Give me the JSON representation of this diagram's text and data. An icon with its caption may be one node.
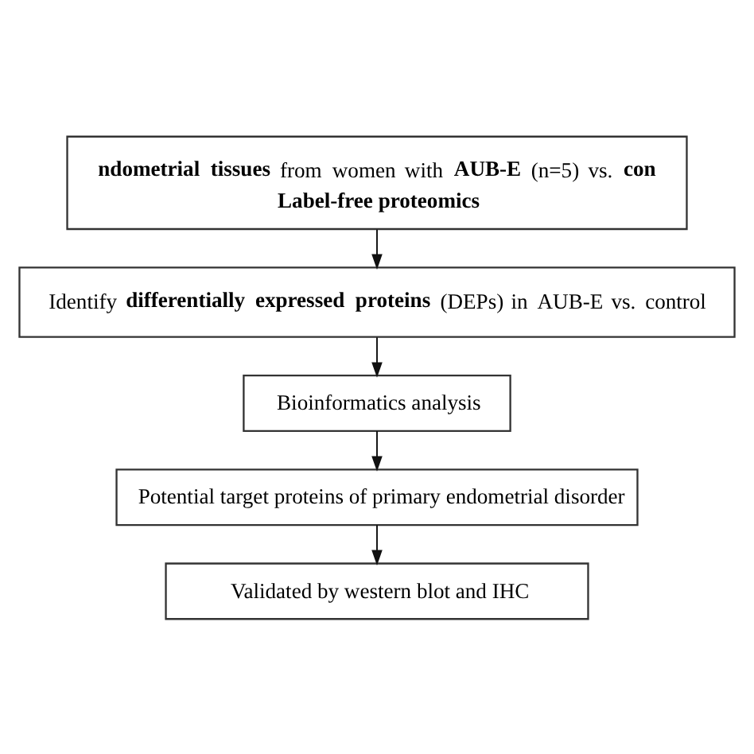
{
  "diagram": {
    "nodes": [
      {
        "text": [
          "**ndometrial tissues** from women with **AUB-E** (n=5) vs. **con**",
          "Label-free proteomics"
        ]
      },
      {
        "text": [
          "Identify **differentially expressed proteins** (DEPs) in AUB-E vs. control"
        ]
      },
      {
        "text": [
          "Bioinformatics analysis"
        ]
      },
      {
        "text": [
          "Potential target proteins of primary endometrial disorder"
        ]
      },
      {
        "text": [
          "Validated by western blot and IHC"
        ]
      }
    ],
    "edges": [
      {
        "from": 0,
        "to": 1,
        "arrow": "to"
      },
      {
        "from": 1,
        "to": 2,
        "arrow": "to"
      },
      {
        "from": 2,
        "to": 3,
        "arrow": "to"
      },
      {
        "from": 3,
        "to": 4,
        "arrow": "to"
      }
    ]
  }
}
